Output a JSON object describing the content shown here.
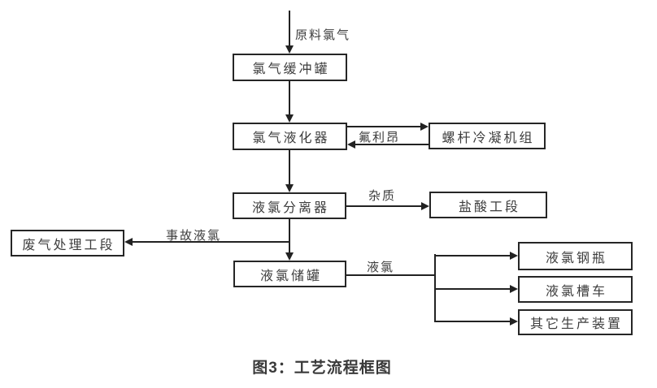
{
  "diagram": {
    "caption": "图3：工艺流程框图",
    "nodes": {
      "buffer_tank": {
        "label": "氯气缓冲罐"
      },
      "liquefier": {
        "label": "氯气液化器"
      },
      "screw_condenser": {
        "label": "螺杆冷凝机组"
      },
      "separator": {
        "label": "液氯分离器"
      },
      "hcl_section": {
        "label": "盐酸工段"
      },
      "waste_gas_section": {
        "label": "废气处理工段"
      },
      "storage_tank": {
        "label": "液氯储罐"
      },
      "cylinder": {
        "label": "液氯钢瓶"
      },
      "tank_truck": {
        "label": "液氯槽车"
      },
      "other_devices": {
        "label": "其它生产装置"
      }
    },
    "edge_labels": {
      "feed": "原料氯气",
      "freon": "氟利昂",
      "impurity": "杂质",
      "accident_liquid_chlorine": "事故液氯",
      "liquid_chlorine": "液氯"
    },
    "colors": {
      "line": "#222222",
      "box_border": "#262626",
      "text": "#3d3d3d",
      "background": "#ffffff"
    }
  }
}
